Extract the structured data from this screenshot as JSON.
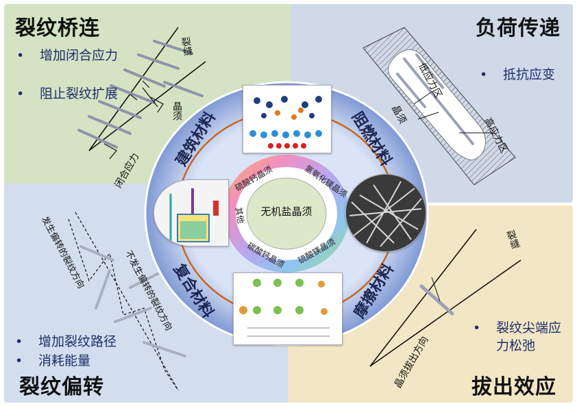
{
  "corners": {
    "top_left": {
      "title": "裂纹桥连",
      "bullets": [
        "增加闭合应力",
        "阻止裂纹扩展"
      ],
      "labels": {
        "crack": "裂缝",
        "whisker": "晶须",
        "closing_stress": "闭合应力"
      }
    },
    "top_right": {
      "title": "负荷传递",
      "bullets": [
        "抵抗应变"
      ],
      "labels": {
        "low_stress": "低应力区",
        "whisker": "晶须",
        "high_stress": "高应力区"
      }
    },
    "bottom_left": {
      "title": "裂纹偏转",
      "bullets": [
        "增加裂纹路径",
        "消耗能量"
      ],
      "labels": {
        "deflected": "发生偏转的裂纹方向",
        "not_deflected": "不发生偏转的裂纹方向"
      }
    },
    "bottom_right": {
      "title": "拔出效应",
      "bullets": [
        "裂纹尖端应力松弛"
      ],
      "labels": {
        "crack": "裂缝",
        "pullout": "晶须拔出方向"
      }
    }
  },
  "center": {
    "core_label": "无机盐晶须",
    "ring_labels": [
      "建筑材料",
      "阻燃材料",
      "复合材料",
      "摩擦材料"
    ],
    "inner_labels": [
      "硫酸钙晶须",
      "氢氧化镁晶须",
      "硫酸镁晶须",
      "碳酸钙晶须",
      "其他"
    ]
  },
  "colors": {
    "panel_green": "#d4e3c3",
    "panel_blue": "#cdd7e6",
    "panel_lightblue": "#cfdcec",
    "panel_yellow": "#f3e5c2",
    "ring_outer": "#8ea6dc",
    "ring_mid": "#ffffff",
    "orange_circle": "#d06a1c",
    "title_text": "#111111",
    "bullet_text": "#1d2f6b"
  }
}
